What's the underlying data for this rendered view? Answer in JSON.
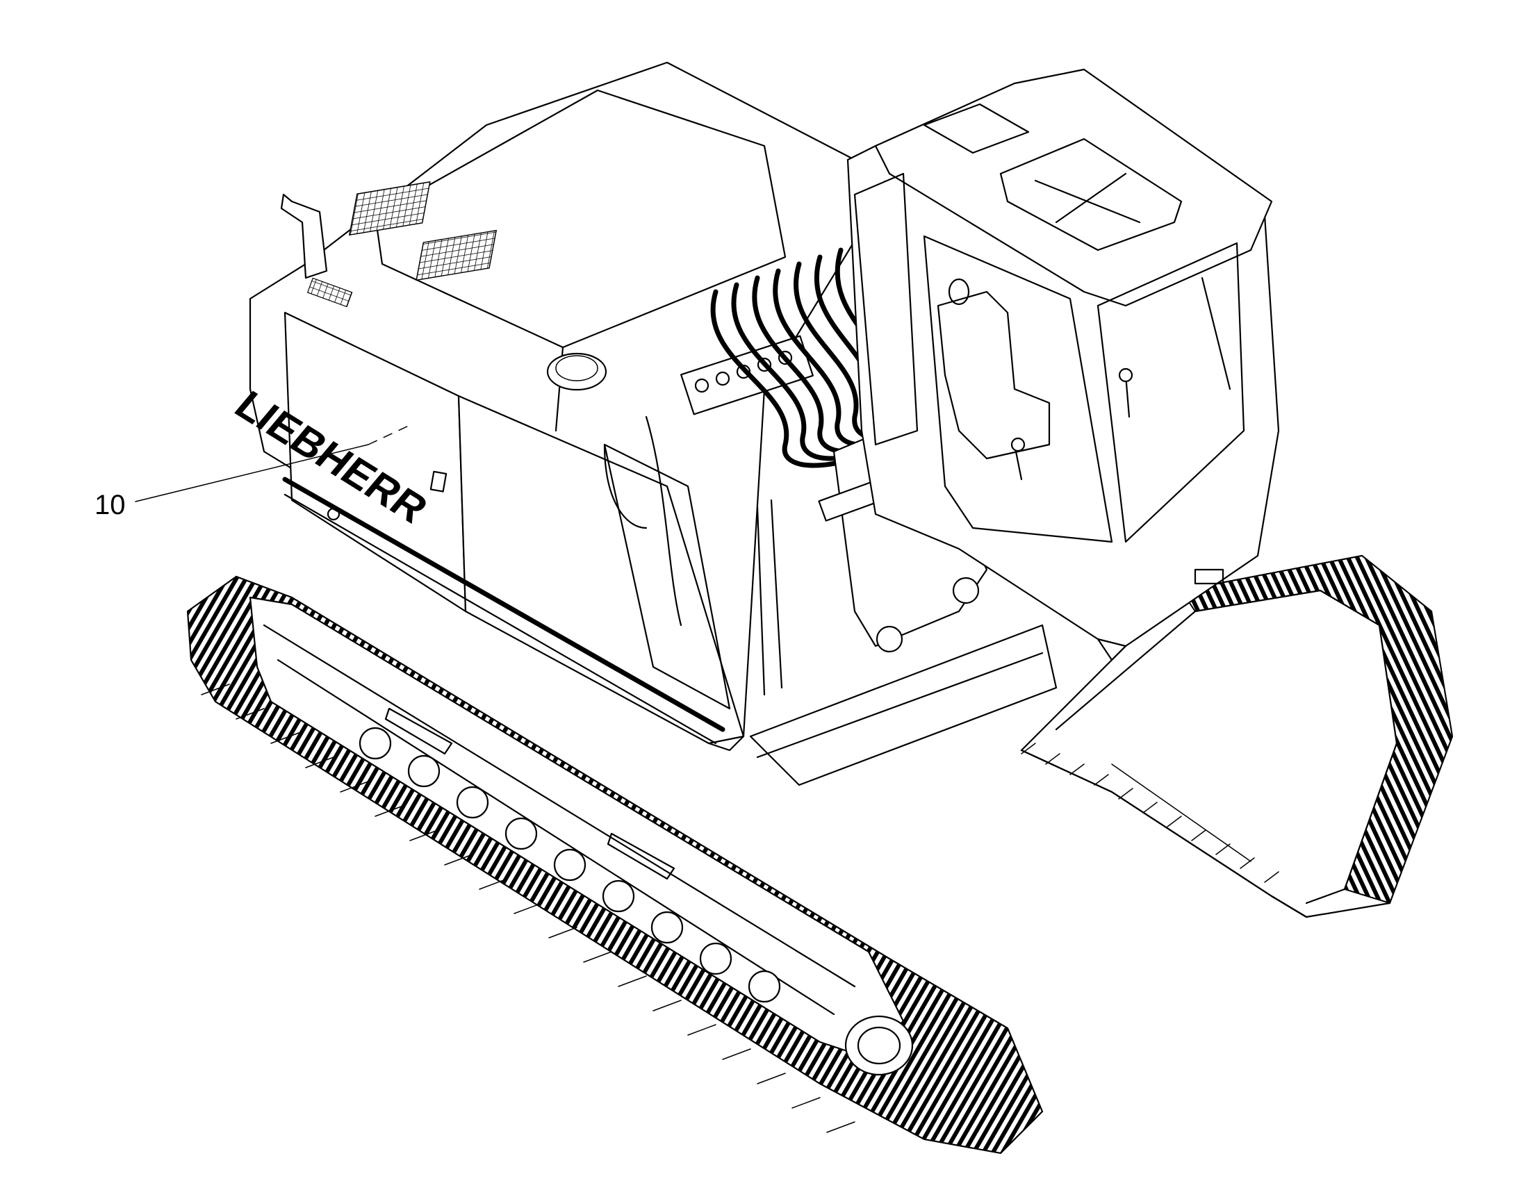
{
  "diagram": {
    "callouts": [
      {
        "id": "10",
        "label": "10"
      }
    ],
    "brand_lettering": "LIEBHERR"
  },
  "colors": {
    "ink": "#000000",
    "background": "#ffffff"
  }
}
